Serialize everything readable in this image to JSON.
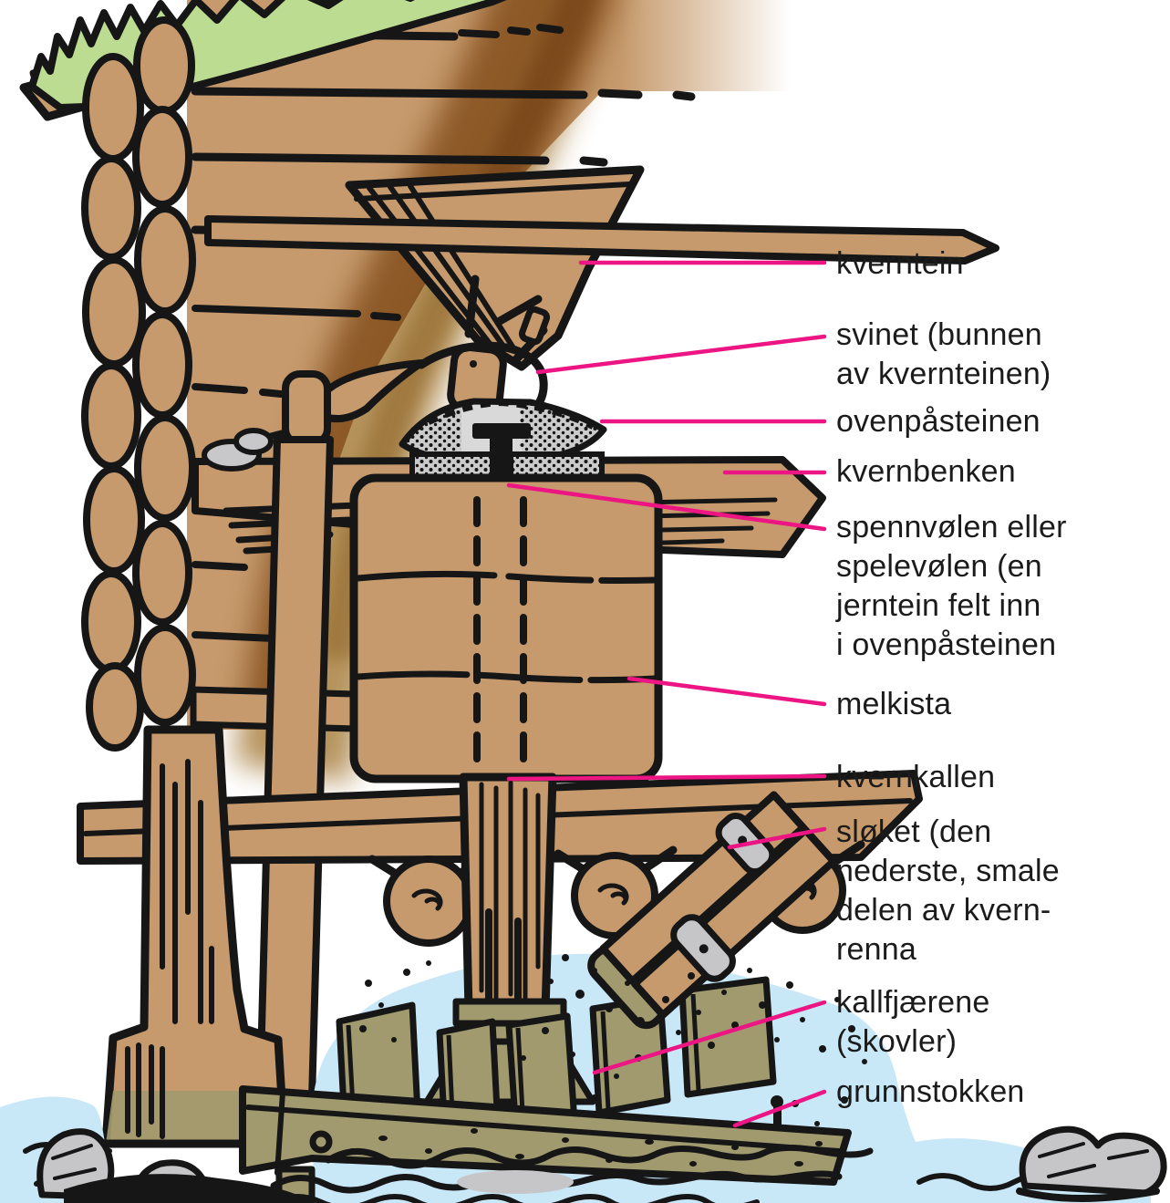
{
  "figure": {
    "type": "labeled-diagram",
    "subject": "water mill (kvern) cutaway",
    "labels": [
      {
        "id": "kverntein",
        "text": "kverntein"
      },
      {
        "id": "svinet",
        "text": "svinet (bunnen\nav kvernteinen)"
      },
      {
        "id": "ovenpaasteinen",
        "text": "ovenpåsteinen"
      },
      {
        "id": "kvernbenken",
        "text": "kvernbenken"
      },
      {
        "id": "spennvoelen",
        "text": "spennvølen eller\nspelevølen (en\njerntein felt inn\ni ovenpåsteinen"
      },
      {
        "id": "melkista",
        "text": "melkista"
      },
      {
        "id": "kvernkallen",
        "text": "kvernkallen"
      },
      {
        "id": "sloeket",
        "text": "sløket (den\nnederste, smale\ndelen av kvern-\nrenna"
      },
      {
        "id": "kallfjaerene",
        "text": "kallfjærene\n(skovler)"
      },
      {
        "id": "grunnstokken",
        "text": "grunnstokken"
      }
    ],
    "colors": {
      "wood": "#c69a6c",
      "wood_shadow": "#a9803f",
      "outline": "#161616",
      "grass_green": "#bcdc92",
      "olive": "#a09a6e",
      "water_blue": "#c8e7f7",
      "stone_grey": "#cbcbcb",
      "metal_grey": "#c6c6c8",
      "leader_pink": "#ec1583",
      "paper": "#ffffff"
    },
    "parts": [
      "grain-hopper",
      "feed-shoe",
      "upper-millstone",
      "mill-bench",
      "tightening-iron",
      "meal-chest",
      "mill-shaft",
      "water-chute",
      "paddle-blades",
      "ground-beam",
      "log-wall",
      "grass-roof",
      "water",
      "rocks"
    ]
  }
}
